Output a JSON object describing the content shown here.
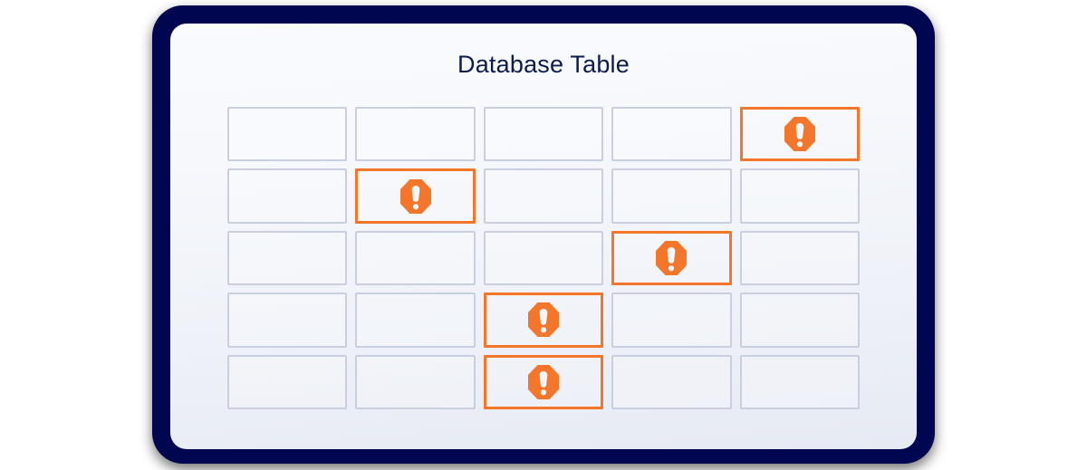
{
  "frame": {
    "name": "device-frame",
    "border_color": "#000650",
    "screen_background": "#f4f6fa"
  },
  "card": {
    "title": "Database Table",
    "title_color": "#0e1b4d"
  },
  "colors": {
    "accent_orange": "#f4762a",
    "cell_border": "#c9cfde",
    "navy": "#000650",
    "icon_mark": "#f4f6fa"
  },
  "grid": {
    "rows": 5,
    "columns": 5,
    "flag_icon_name": "warning-octagon-icon",
    "cells": [
      [
        {
          "flagged": false,
          "icon": ""
        },
        {
          "flagged": false,
          "icon": ""
        },
        {
          "flagged": false,
          "icon": ""
        },
        {
          "flagged": false,
          "icon": ""
        },
        {
          "flagged": true,
          "icon": "warning-octagon-icon"
        }
      ],
      [
        {
          "flagged": false,
          "icon": ""
        },
        {
          "flagged": true,
          "icon": "warning-octagon-icon"
        },
        {
          "flagged": false,
          "icon": ""
        },
        {
          "flagged": false,
          "icon": ""
        },
        {
          "flagged": false,
          "icon": ""
        }
      ],
      [
        {
          "flagged": false,
          "icon": ""
        },
        {
          "flagged": false,
          "icon": ""
        },
        {
          "flagged": false,
          "icon": ""
        },
        {
          "flagged": true,
          "icon": "warning-octagon-icon"
        },
        {
          "flagged": false,
          "icon": ""
        }
      ],
      [
        {
          "flagged": false,
          "icon": ""
        },
        {
          "flagged": false,
          "icon": ""
        },
        {
          "flagged": true,
          "icon": "warning-octagon-icon"
        },
        {
          "flagged": false,
          "icon": ""
        },
        {
          "flagged": false,
          "icon": ""
        }
      ],
      [
        {
          "flagged": false,
          "icon": ""
        },
        {
          "flagged": false,
          "icon": ""
        },
        {
          "flagged": true,
          "icon": "warning-octagon-icon"
        },
        {
          "flagged": false,
          "icon": ""
        },
        {
          "flagged": false,
          "icon": ""
        }
      ]
    ]
  }
}
